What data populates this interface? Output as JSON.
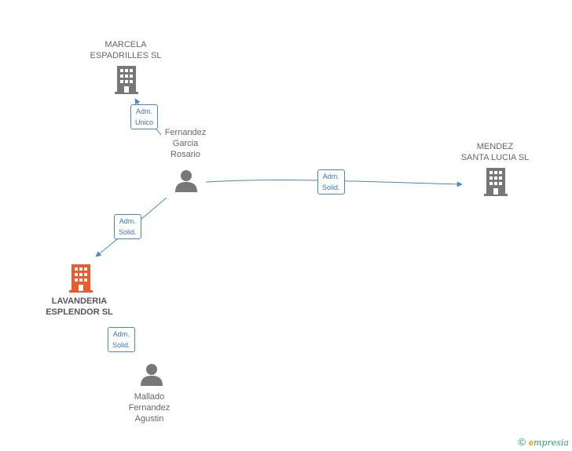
{
  "nodes": {
    "marcela": {
      "label": "MARCELA\nESPADRILLES SL",
      "type": "company",
      "color": "#777777"
    },
    "fernandez": {
      "label": "Fernandez\nGarcia\nRosario",
      "type": "person",
      "color": "#777777"
    },
    "mendez": {
      "label": "MENDEZ\nSANTA LUCIA SL",
      "type": "company",
      "color": "#777777"
    },
    "lavanderia": {
      "label": "LAVANDERIA\nESPLENDOR SL",
      "type": "company",
      "color": "#f05a28"
    },
    "mallado": {
      "label": "Mallado\nFernandez\nAgustin",
      "type": "person",
      "color": "#777777"
    }
  },
  "edges": {
    "e1": "Adm.\nUnico",
    "e2": "Adm.\nSolid.",
    "e3": "Adm.\nSolid.",
    "e4": "Adm.\nSolid."
  },
  "colors": {
    "edge": "#4a86c8",
    "accent": "#f05a28"
  },
  "footer": {
    "copyright": "©",
    "brand_e": "e",
    "brand_rest": "mpresia"
  }
}
